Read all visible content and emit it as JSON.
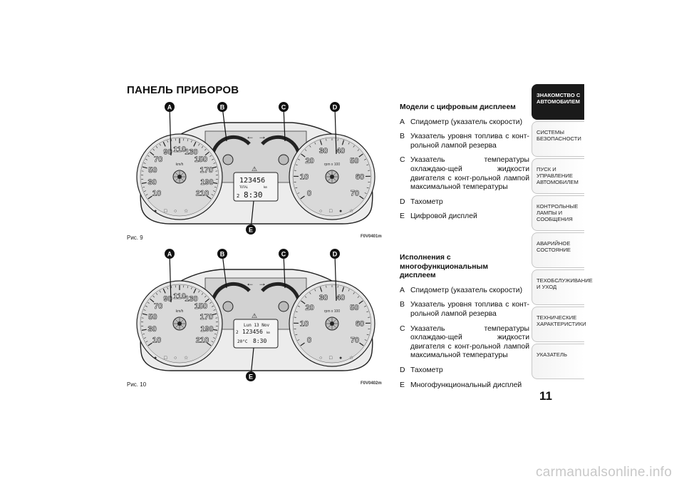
{
  "page": {
    "title": "ПАНЕЛЬ ПРИБОРОВ",
    "page_number": "11",
    "watermark": "carmanualsonline.info"
  },
  "figures": [
    {
      "caption": "Рис. 9",
      "code": "F0V0401m",
      "callouts": [
        "A",
        "B",
        "C",
        "D",
        "E"
      ],
      "display": {
        "odometer": "123456",
        "total_label": "TOTAL",
        "unit": "km",
        "gear": "2",
        "clock": "8:30"
      }
    },
    {
      "caption": "Рис. 10",
      "code": "F0V0402m",
      "callouts": [
        "A",
        "B",
        "C",
        "D",
        "E"
      ],
      "display": {
        "date": "Lun 13 Nov",
        "odometer": "123456",
        "unit": "km",
        "gear": "2",
        "temp": "20°C",
        "clock": "8:30"
      }
    }
  ],
  "gauges": {
    "speed_ticks": [
      "10",
      "30",
      "50",
      "70",
      "90",
      "110",
      "130",
      "150",
      "170",
      "190",
      "210"
    ],
    "speed_unit": "km/h",
    "rpm_ticks": [
      "0",
      "10",
      "20",
      "30",
      "40",
      "50",
      "60",
      "70"
    ],
    "rpm_unit": "rpm x 100"
  },
  "sections": [
    {
      "heading": "Модели с цифровым дисплеем",
      "items": [
        {
          "key": "A",
          "text": "Спидометр (указатель скорости)"
        },
        {
          "key": "B",
          "text": "Указатель уровня топлива с конт-рольной лампой резерва"
        },
        {
          "key": "C",
          "text": "Указатель температуры охлаждаю-щей жидкости двигателя с конт-рольной лампой максимальной температуры"
        },
        {
          "key": "D",
          "text": "Тахометр"
        },
        {
          "key": "E",
          "text": "Цифровой дисплей"
        }
      ]
    },
    {
      "heading": "Исполнения с многофункциональным дисплеем",
      "items": [
        {
          "key": "A",
          "text": "Спидометр (указатель скорости)"
        },
        {
          "key": "B",
          "text": "Указатель уровня топлива с конт-рольной лампой резерва"
        },
        {
          "key": "C",
          "text": "Указатель температуры охлаждаю-щей жидкости двигателя с конт-рольной лампой максимальной температуры"
        },
        {
          "key": "D",
          "text": "Тахометр"
        },
        {
          "key": "E",
          "text": "Многофункциональный дисплей"
        }
      ]
    }
  ],
  "tabs": [
    {
      "label": "ЗНАКОМСТВО С АВТОМОБИЛЕМ",
      "active": true
    },
    {
      "label": "СИСТЕМЫ БЕЗОПАСНОСТИ",
      "active": false
    },
    {
      "label": "ПУСК И УПРАВЛЕНИЕ АВТОМОБИЛЕМ",
      "active": false
    },
    {
      "label": "КОНТРОЛЬНЫЕ ЛАМПЫ И СООБЩЕНИЯ",
      "active": false
    },
    {
      "label": "АВАРИЙНОЕ СОСТОЯНИЕ",
      "active": false
    },
    {
      "label": "ТЕХОБСЛУЖИВАНИЕ И УХОД",
      "active": false
    },
    {
      "label": "ТЕХНИЧЕСКИЕ ХАРАКТЕРИСТИКИ",
      "active": false
    },
    {
      "label": "УКАЗАТЕЛЬ",
      "active": false
    }
  ]
}
